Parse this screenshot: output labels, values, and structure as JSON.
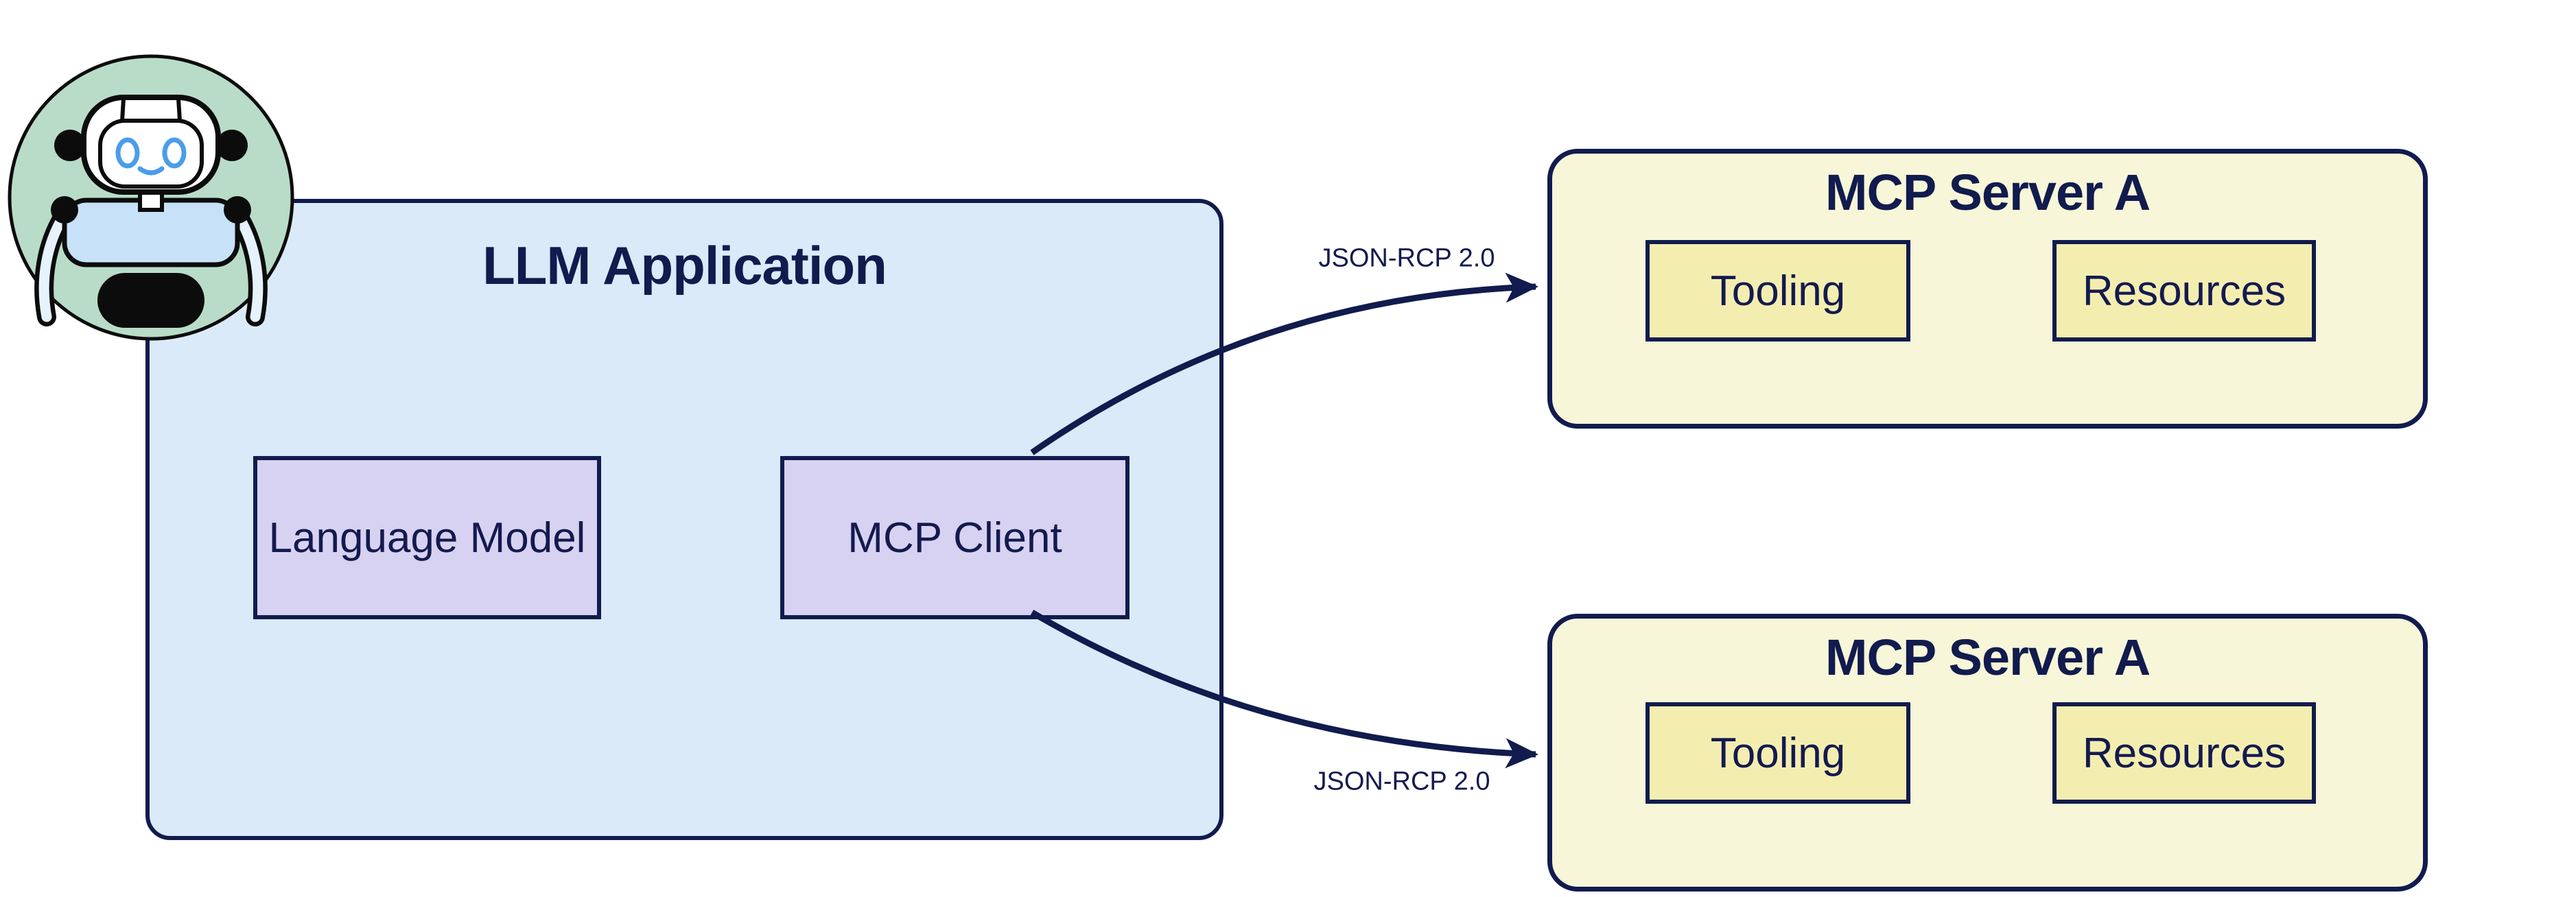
{
  "diagram": {
    "robot_badge": {
      "icon": "robot-icon"
    },
    "llm_app": {
      "title": "LLM Application",
      "components": [
        {
          "label": "Language Model"
        },
        {
          "label": "MCP Client"
        }
      ]
    },
    "servers": [
      {
        "title": "MCP Server A",
        "components": [
          {
            "label": "Tooling"
          },
          {
            "label": "Resources"
          }
        ]
      },
      {
        "title": "MCP Server A",
        "components": [
          {
            "label": "Tooling"
          },
          {
            "label": "Resources"
          }
        ]
      }
    ],
    "connections": [
      {
        "from": "MCP Client",
        "to": "MCP Server A (top)",
        "label": "JSON-RCP 2.0"
      },
      {
        "from": "MCP Client",
        "to": "MCP Server A (bottom)",
        "label": "JSON-RCP 2.0"
      }
    ],
    "colors": {
      "outline_navy": "#111b4d",
      "llm_fill": "#daeaf8",
      "component_fill": "#d7d2f1",
      "server_fill": "#f7f6d8",
      "server_component_fill": "#f3eeb0",
      "badge_green": "#b9dcc9",
      "robot_blue": "#4a9de8"
    }
  }
}
